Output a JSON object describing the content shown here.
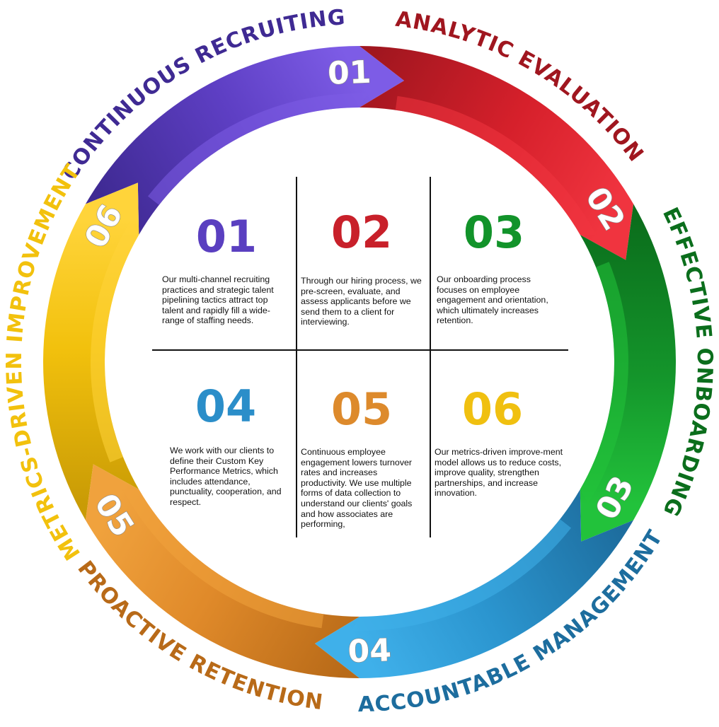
{
  "segments": [
    {
      "number": "01",
      "label": "CONTINUOUS RECRUITING",
      "color": "#5e3fc4",
      "dark": "#3f2a93",
      "light": "#7d5ce6"
    },
    {
      "number": "02",
      "label": "ANALYTIC EVALUATION",
      "color": "#d6202b",
      "dark": "#a0161f",
      "light": "#f0343f"
    },
    {
      "number": "03",
      "label": "EFFECTIVE ONBOARDING",
      "color": "#14952b",
      "dark": "#0b6e1c",
      "light": "#22c23b"
    },
    {
      "number": "04",
      "label": "ACCOUNTABLE MANAGEMENT",
      "color": "#2b95cf",
      "dark": "#1d6d9e",
      "light": "#3fb0ea"
    },
    {
      "number": "05",
      "label": "PROACTIVE RETENTION",
      "color": "#e08a2a",
      "dark": "#b86a18",
      "light": "#f0a23d"
    },
    {
      "number": "06",
      "label": "METRICS-DRIVEN IMPROVEMENT",
      "color": "#f2c10d",
      "dark": "#c99b05",
      "light": "#ffd43a"
    }
  ],
  "cells": [
    {
      "number": "01",
      "color": "#5a3fc0",
      "text": "Our multi-channel recruiting practices and strategic talent pipelining tactics attract top talent and rapidly fill a wide-range of staffing needs."
    },
    {
      "number": "02",
      "color": "#c8202a",
      "text": "Through our hiring process, we pre-screen, evaluate, and assess applicants before we send them to a client for interviewing."
    },
    {
      "number": "03",
      "color": "#12932a",
      "text": "Our onboarding process focuses on employee engagement and orientation, which ultimately increases retention."
    },
    {
      "number": "04",
      "color": "#2b8ec9",
      "text": "We work with our clients to define their Custom Key Performance Metrics, which includes attendance, punctuality, cooperation, and respect."
    },
    {
      "number": "05",
      "color": "#dd8a2c",
      "text": "Continuous employee engagement lowers turnover rates and increases productivity. We use multiple forms of data collection to understand our clients' goals and how associates are performing,"
    },
    {
      "number": "06",
      "color": "#f0c010",
      "text": "Our metrics-driven improve-ment model allows us to reduce costs, improve quality, strengthen partnerships, and increase innovation."
    }
  ]
}
